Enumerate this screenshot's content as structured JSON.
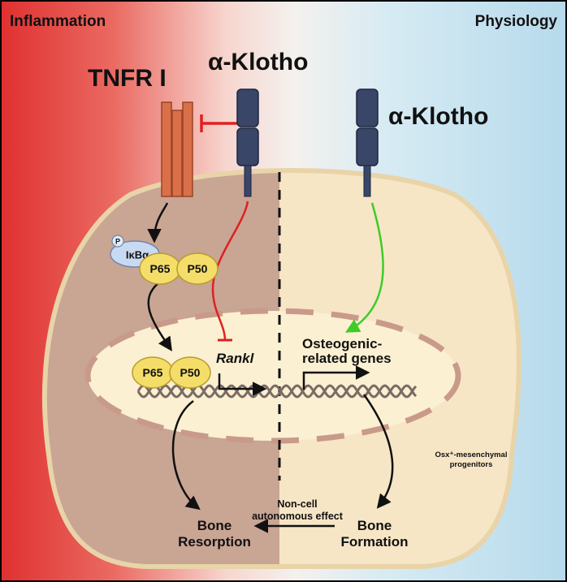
{
  "corners": {
    "left": "Inflammation",
    "right": "Physiology"
  },
  "receptors": {
    "tnfr": "TNFR I",
    "klotho_left": "α-Klotho",
    "klotho_right": "α-Klotho"
  },
  "proteins": {
    "ikba": "IκBα",
    "phospho": "P",
    "p65": "P65",
    "p50": "P50"
  },
  "genes": {
    "rankl": "Rankl",
    "osteo_line1": "Osteogenic-",
    "osteo_line2": "related genes"
  },
  "outcomes": {
    "resorption_line1": "Bone",
    "resorption_line2": "Resorption",
    "formation_line1": "Bone",
    "formation_line2": "Formation",
    "progenitor_line1": "Osx⁺-mesenchymal",
    "progenitor_line2": "progenitors",
    "effect_line1": "Non-cell",
    "effect_line2": "autonomous effect"
  },
  "colors": {
    "inflammation": "#e03030",
    "physiology": "#b8dcee",
    "tnfr": "#d9704a",
    "klotho": "#3a4668",
    "cell_left": "#c9a594",
    "cell_right": "#f6e6c6",
    "nucleus": "#fbf0d2",
    "nfkb": "#f5dd6a",
    "inhibit": "#e02020",
    "activate": "#3ccc28"
  }
}
